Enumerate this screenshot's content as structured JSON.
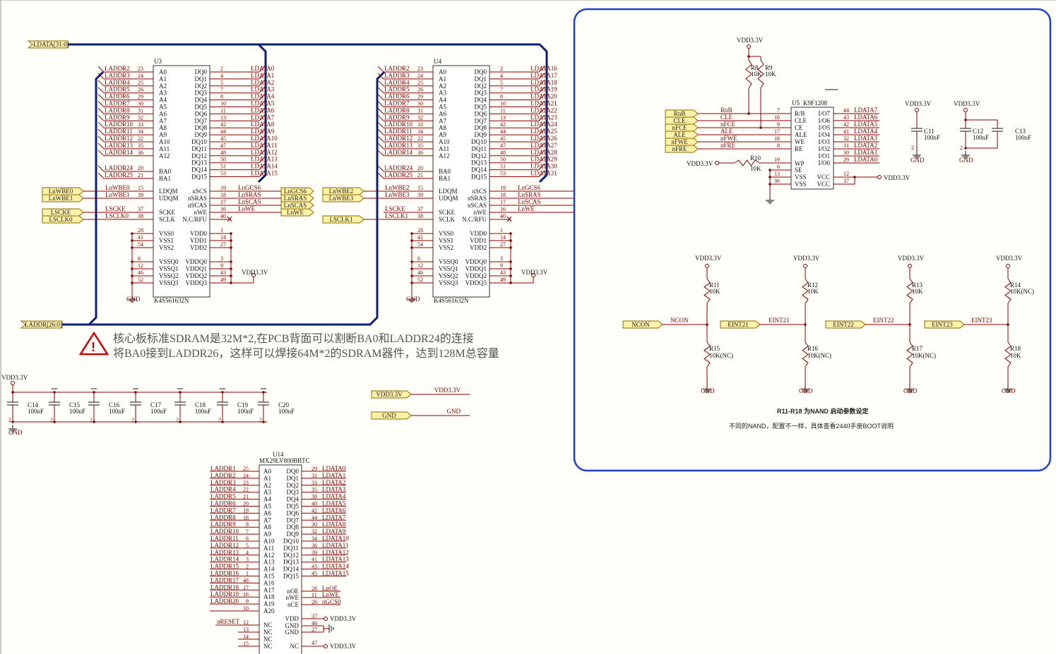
{
  "sdram_bus": {
    "data_port": "LDATA[31:0]",
    "addr_port": "LADDR[26:0]"
  },
  "sdram_left_ports": [
    "LnWBE0",
    "LnWBE1",
    "LSCKE",
    "LSCLK0"
  ],
  "sdram_right_ports": [
    "LnWBE2",
    "LnWBE3",
    "LSCLK1"
  ],
  "sdram_mid_ports": [
    "LnGCS6",
    "LnSRAS",
    "LnSCAS",
    "LnWE"
  ],
  "u3": {
    "ref": "U3",
    "part": "K4S561632N",
    "addr_nets": [
      "LADDR2",
      "LADDR3",
      "LADDR4",
      "LADDR5",
      "LADDR6",
      "LADDR7",
      "LADDR8",
      "LADDR9",
      "LADDR10",
      "LADDR11",
      "LADDR12",
      "LADDR13",
      "LADDR14"
    ],
    "ba_nets": [
      "LADDR24",
      "LADDR25"
    ],
    "data_nets": [
      "LDATA0",
      "LDATA1",
      "LDATA2",
      "LDATA3",
      "LDATA4",
      "LDATA5",
      "LDATA6",
      "LDATA7",
      "LDATA8",
      "LDATA9",
      "LDATA10",
      "LDATA11",
      "LDATA12",
      "LDATA13",
      "LDATA14",
      "LDATA15"
    ],
    "ctrl_left_nets": [
      "LnWBE0",
      "LnWBE1",
      "LSCKE",
      "LSCLK0"
    ],
    "ctrl_right_nets": [
      "LnGCS6",
      "LnSRAS",
      "LnSCAS",
      "LnWE"
    ],
    "vdd": "VDD3.3V",
    "gnd": "GND"
  },
  "u4": {
    "ref": "U4",
    "part": "K4S561632N",
    "addr_nets": [
      "LADDR2",
      "LADDR3",
      "LADDR4",
      "LADDR5",
      "LADDR6",
      "LADDR7",
      "LADDR8",
      "LADDR9",
      "LADDR10",
      "LADDR11",
      "LADDR12",
      "LADDR13",
      "LADDR14"
    ],
    "ba_nets": [
      "LADDR24",
      "LADDR25"
    ],
    "data_nets": [
      "LDATA16",
      "LDATA17",
      "LDATA18",
      "LDATA19",
      "LDATA20",
      "LDATA21",
      "LDATA22",
      "LDATA23",
      "LDATA24",
      "LDATA25",
      "LDATA26",
      "LDATA27",
      "LDATA28",
      "LDATA29",
      "LDATA30",
      "LDATA31"
    ],
    "ctrl_left_nets": [
      "LnWBE2",
      "LnWBE3",
      "LSCKE",
      "LSCLK1"
    ],
    "ctrl_right_nets": [
      "LnGCS6",
      "LnSRAS",
      "LnSCAS",
      "LnWE"
    ],
    "vdd": "VDD3.3V",
    "gnd": "GND"
  },
  "sdram_chip": {
    "addr_pins": [
      "A0",
      "A1",
      "A2",
      "A3",
      "A4",
      "A5",
      "A6",
      "A7",
      "A8",
      "A9",
      "A10",
      "A11",
      "A12"
    ],
    "addr_nums": [
      "23",
      "24",
      "25",
      "26",
      "29",
      "30",
      "31",
      "32",
      "33",
      "34",
      "22",
      "35",
      "36"
    ],
    "ba_pins": [
      "BA0",
      "BA1"
    ],
    "ba_nums": [
      "20",
      "21"
    ],
    "dq_pins": [
      "DQ0",
      "DQ1",
      "DQ2",
      "DQ3",
      "DQ4",
      "DQ5",
      "DQ6",
      "DQ7",
      "DQ8",
      "DQ9",
      "DQ10",
      "DQ11",
      "DQ12",
      "DQ13",
      "DQ14",
      "DQ15"
    ],
    "dq_nums": [
      "2",
      "4",
      "5",
      "7",
      "8",
      "10",
      "11",
      "13",
      "42",
      "44",
      "45",
      "47",
      "48",
      "50",
      "51",
      "53"
    ],
    "ctrl_left_pins": [
      "LDQM",
      "UDQM",
      "SCKE",
      "SCLK"
    ],
    "ctrl_left_nums": [
      "15",
      "39",
      "37",
      "38"
    ],
    "ctrl_right_pins": [
      "nSCS",
      "nSRAS",
      "nSCAS",
      "nWE",
      "N.C/RFU"
    ],
    "ctrl_right_nums": [
      "19",
      "18",
      "17",
      "16",
      "40"
    ],
    "vss_pins": [
      "VSS0",
      "VSS1",
      "VSS2"
    ],
    "vss_nums": [
      "28",
      "41",
      "54"
    ],
    "vdd_pins": [
      "VDD0",
      "VDD1",
      "VDD2"
    ],
    "vdd_nums": [
      "1",
      "14",
      "27"
    ],
    "vssq_pins": [
      "VSSQ0",
      "VSSQ1",
      "VSSQ2",
      "VSSQ3"
    ],
    "vssq_nums": [
      "6",
      "12",
      "46",
      "52"
    ],
    "vddq_pins": [
      "VDDQ0",
      "VDDQ1",
      "VDDQ2",
      "VDDQ3"
    ],
    "vddq_nums": [
      "3",
      "9",
      "43",
      "49"
    ]
  },
  "sdram_note": {
    "line1": "核心板标准SDRAM是32M*2,在PCB背面可以割断BA0和LADDR24的连接",
    "line2": "将BA0接到LADDR26，这样可以焊接64M*2的SDRAM器件，达到128M总容量"
  },
  "decoupling": {
    "vdd": "VDD3.3V",
    "gnd": "GND",
    "caps": [
      {
        "ref": "C14",
        "val": "100nF"
      },
      {
        "ref": "C15",
        "val": "100nF"
      },
      {
        "ref": "C16",
        "val": "100nF"
      },
      {
        "ref": "C17",
        "val": "100nF"
      },
      {
        "ref": "C18",
        "val": "100nF"
      },
      {
        "ref": "C19",
        "val": "100nF"
      },
      {
        "ref": "C20",
        "val": "100nF"
      }
    ],
    "pin_num": "2"
  },
  "power_links": [
    {
      "port": "VDD3.3V",
      "net": "VDD3.3V"
    },
    {
      "port": "GND",
      "net": "GND"
    }
  ],
  "nand": {
    "ref": "U5",
    "part": "K9F1208",
    "vdd": "VDD3.3V",
    "r8": {
      "ref": "R8",
      "val": "10K"
    },
    "r9": {
      "ref": "R9",
      "val": "10K"
    },
    "r10": {
      "ref": "R10",
      "val": "10K"
    },
    "ports": [
      "RnB",
      "CLE",
      "nFCE",
      "ALE",
      "nFWE",
      "nFRE"
    ],
    "nets": [
      "RnB",
      "CLE",
      "nFCE",
      "ALE",
      "nFWE",
      "nFRE"
    ],
    "left_pins": [
      "R/B",
      "CLE",
      "CE",
      "ALE",
      "WE",
      "RE"
    ],
    "left_nums": [
      "7",
      "16",
      "9",
      "17",
      "18",
      "8"
    ],
    "wp_pin": "WP",
    "wp_num": "19",
    "se_pin": "SE",
    "se_num": "6",
    "vss_pins": [
      "VSS",
      "VSS"
    ],
    "vss_nums": [
      "13",
      "36"
    ],
    "io_pins": [
      "I/O7",
      "I/O6",
      "I/O5",
      "I/O4",
      "I/O3",
      "I/O2",
      "I/O1",
      "I/O0"
    ],
    "io_nums": [
      "44",
      "43",
      "42",
      "41",
      "32",
      "31",
      "30",
      "29"
    ],
    "io_nets": [
      "LDATA7",
      "LDATA6",
      "LDATA5",
      "LDATA4",
      "LDATA3",
      "LDATA2",
      "LDATA1",
      "LDATA0"
    ],
    "vcc_pins": [
      "VCC",
      "VCC"
    ],
    "vcc_nums": [
      "12",
      "37"
    ],
    "vcc_net": "VDD3.3V",
    "c11": {
      "ref": "C11",
      "val": "100nF"
    },
    "c12": {
      "ref": "C12",
      "val": "100nF"
    },
    "c13": {
      "ref": "C13",
      "val": "100nF"
    },
    "gnd": "GND",
    "cap_pin": "2"
  },
  "boot_config": {
    "vdd": "VDD3.3V",
    "gnd": "GND",
    "columns": [
      {
        "port": "NCON",
        "net": "NCON",
        "rup": "R11",
        "rup_val": "10K",
        "rdn": "R15",
        "rdn_val": "10K(NC)"
      },
      {
        "port": "EINT21",
        "net": "EINT21",
        "rup": "R12",
        "rup_val": "10K",
        "rdn": "R16",
        "rdn_val": "10K(NC)"
      },
      {
        "port": "EINT22",
        "net": "EINT22",
        "rup": "R13",
        "rup_val": "10K",
        "rdn": "R17",
        "rdn_val": "10K(NC)"
      },
      {
        "port": "EINT23",
        "net": "EINT23",
        "rup": "R14",
        "rup_val": "10K(NC)",
        "rdn": "R18",
        "rdn_val": "10K"
      }
    ],
    "note1": "R11-R18 为NAND 启动参数设定",
    "note2": "不同的NAND，配置不一样，具体查看2440手册BOOT说明"
  },
  "norflash": {
    "ref": "U14",
    "part": "MX29LV800BBTC",
    "addr_nets": [
      "LADDR1",
      "LADDR2",
      "LADDR3",
      "LADDR4",
      "LADDR5",
      "LADDR6",
      "LADDR7",
      "LADDR8",
      "LADDR9",
      "LADDR10",
      "LADDR11",
      "LADDR12",
      "LADDR13",
      "LADDR14",
      "LADDR15",
      "LADDR16",
      "LADDR17",
      "LADDR18",
      "LADDR19",
      "LADDR20"
    ],
    "addr_nums": [
      "25",
      "24",
      "23",
      "22",
      "21",
      "20",
      "19",
      "18",
      "8",
      "7",
      "6",
      "5",
      "4",
      "3",
      "2",
      "1",
      "48",
      "17",
      "16",
      "9",
      "10"
    ],
    "addr_pins": [
      "A0",
      "A1",
      "A2",
      "A3",
      "A4",
      "A5",
      "A6",
      "A7",
      "A8",
      "A9",
      "A10",
      "A11",
      "A12",
      "A13",
      "A14",
      "A15",
      "A16",
      "A17",
      "A18",
      "A19",
      "A20"
    ],
    "dq_pins": [
      "DQ0",
      "DQ1",
      "DQ2",
      "DQ3",
      "DQ4",
      "DQ5",
      "DQ6",
      "DQ7",
      "DQ8",
      "DQ9",
      "DQ10",
      "DQ11",
      "DQ12",
      "DQ13",
      "DQ14",
      "DQ15"
    ],
    "dq_nums": [
      "29",
      "31",
      "33",
      "35",
      "38",
      "40",
      "42",
      "44",
      "30",
      "32",
      "34",
      "36",
      "39",
      "41",
      "43",
      "45"
    ],
    "dq_nets": [
      "LDATA0",
      "LDATA1",
      "LDATA2",
      "LDATA3",
      "LDATA4",
      "LDATA5",
      "LDATA6",
      "LDATA7",
      "LDATA8",
      "LDATA9",
      "LDATA10",
      "LDATA11",
      "LDATA12",
      "LDATA13",
      "LDATA14",
      "LDATA15"
    ],
    "ctrl_pins": [
      "nOE",
      "nWE",
      "nCE"
    ],
    "ctrl_nums": [
      "28",
      "11",
      "26"
    ],
    "ctrl_nets": [
      "LnOE",
      "LnWE",
      "nGCS0"
    ],
    "pwr_pins": [
      "VDD",
      "GND",
      "GND"
    ],
    "pwr_nums": [
      "37",
      "46",
      "27"
    ],
    "nc_pins": [
      "NC",
      "NC",
      "NC",
      "NC"
    ],
    "nc_nums": [
      "12",
      "13",
      "14",
      "15"
    ],
    "reset_net": "nRESET",
    "nc_last_pin": "NC",
    "nc_last_num": "47",
    "vdd": "VDD3.3V"
  }
}
